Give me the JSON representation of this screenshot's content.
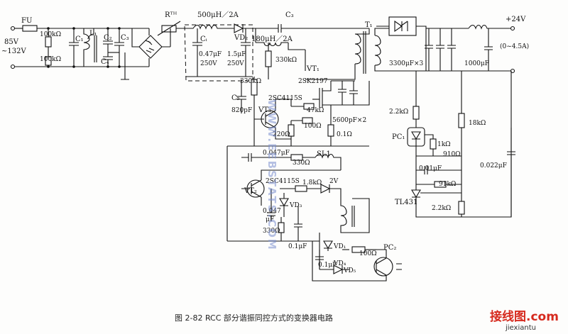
{
  "labels": {
    "fuse": "FU",
    "input_voltage": "85V",
    "input_voltage_range": "~132V",
    "r_input_1": "100kΩ",
    "r_input_2": "100kΩ",
    "c1": "C₁",
    "l1": "L₁",
    "c2": "C₂",
    "c3": "C₃",
    "c4": "C₄",
    "rth": "Rᵀᴴ",
    "l_500uh": "500μH／2A",
    "c_bulk": "Cᵢ",
    "c_047": "0.47μF",
    "v_250a": "250V",
    "vd2": "VD₂",
    "c_15": "1.5μF",
    "v_250b": "250V",
    "l_180uh": "180μH／2A",
    "c_top": "C₃",
    "t1": "T₁",
    "r_330k": "330kΩ",
    "vt1": "VT₁",
    "sk2197": "2SK2197",
    "r_330k_b": "330kΩ",
    "c5": "C₅",
    "c5_val": "820pF",
    "q_2sc_a": "2SC4115S",
    "vt3": "VT₃",
    "r_47k": "47kΩ",
    "r_100": "100Ω",
    "c_5600": "5600pF×2",
    "r_220": "220Ω",
    "r_01": "0.1Ω",
    "c_0047": "0.047μF",
    "r_330": "330Ω",
    "sl1": "SL1",
    "q_2sc_b": "2SC4115S",
    "vt2": "VT₂",
    "r_18k": "1.8kΩ",
    "v_2v": "2V",
    "vd3": "VD₃",
    "c_0047b": "0.047",
    "c_0047b_unit": "μF",
    "r_330b": "330Ω",
    "c_01uf": "0.1μF",
    "vd1": "VD₁",
    "r_100b": "100Ω",
    "pc2": "PC₂",
    "c_01uf_b": "0.1μF",
    "vd4": "VD₄",
    "vd5": "VD₅",
    "c_3300": "3300μF×3",
    "c_1000": "1000μF",
    "out_v": "+24V",
    "out_i": "(0~4.5A)",
    "r_22k_a": "2.2kΩ",
    "r_18k_b": "18kΩ",
    "pc1": "PC₁",
    "r_1k": "1kΩ",
    "r_910": "910Ω",
    "c_001": "0.01μF",
    "r_91k": "91kΩ",
    "c_0022": "0.022μF",
    "tl431": "TL431",
    "r_22k_b": "2.2kΩ"
  },
  "watermark": "WWW.EEBSTATS.COM",
  "caption": "图 2-82   RCC 部分谐振同控方式的变换器电路",
  "logo": {
    "text": "接线图.com",
    "sub": "jiexiantu"
  }
}
